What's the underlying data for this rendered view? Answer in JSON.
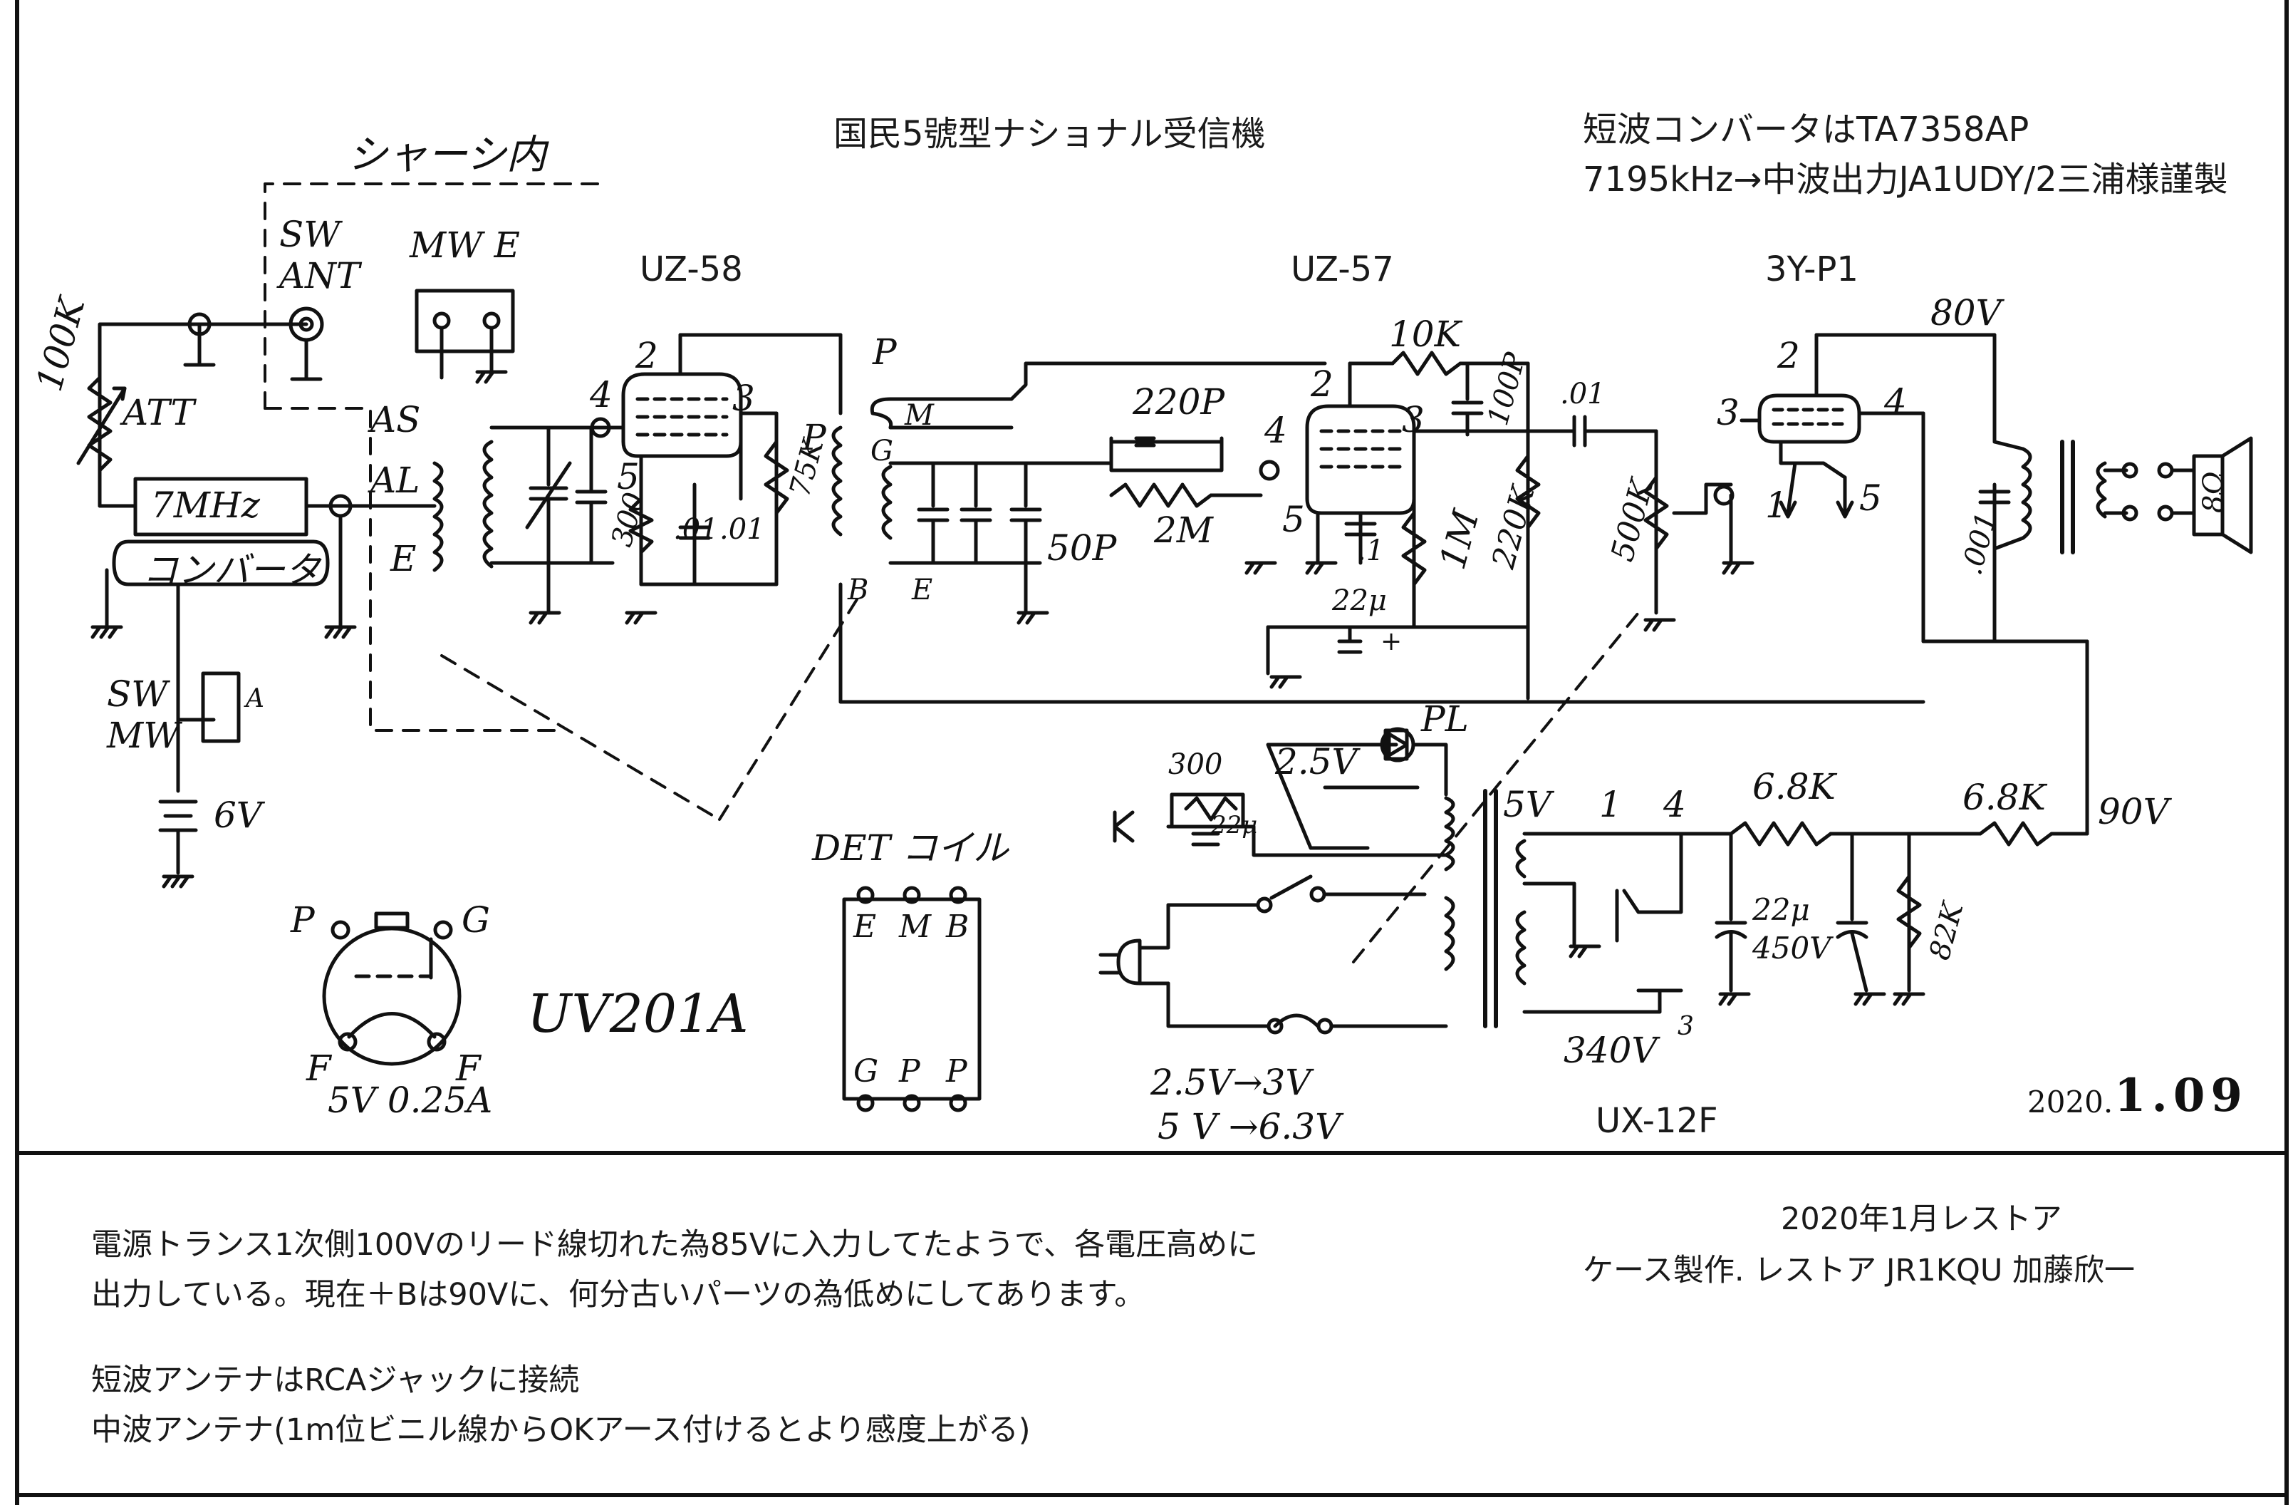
{
  "title": "国民5號型ナショナル受信機",
  "converter_note": {
    "line1": "短波コンバータはTA7358AP",
    "line2": "7195kHz→中波出力JA1UDY/2三浦様謹製"
  },
  "tubes": {
    "uz58": "UZ-58",
    "uz57": "UZ-57",
    "y3p1": "3Y-P1",
    "ux12f": "UX-12F",
    "uv201a": "UV201A",
    "uv201a_rating": "5V 0.25A"
  },
  "handwritten": {
    "chassis": "シャーシ内",
    "sw_ant": "SW ANT",
    "mw_e": "MW  E",
    "att": "ATT",
    "r100k": "100K",
    "conv_freq": "7MHz",
    "conv_word": "コンバータ",
    "sw_mw": "SW MW",
    "switch_a": "A",
    "battery": "6V",
    "coil_as": "AS",
    "coil_al": "AL",
    "coil_e": "E",
    "pins": {
      "p2": "2",
      "p3": "3",
      "p4": "4",
      "p5": "5",
      "p1": "1"
    },
    "r300": "300",
    "c01a": ".01",
    "c01b": ".01",
    "r75k": "75K",
    "coil_p": "P",
    "coil_m": "M",
    "coil_g": "G",
    "coil_b": "B",
    "coil_e2": "E",
    "c50p": "50P",
    "c220p": "220P",
    "r2m": "2M",
    "r10k": "10K",
    "c100p": "100P",
    "r1m": "1M",
    "c_01_57": ".1",
    "r220k": "220K",
    "c22u": "22μ",
    "plus": "+",
    "c01c": ".01",
    "r500k": "500K",
    "v80": "80V",
    "c001": ".001",
    "spk": "8Ω",
    "pl": "PL",
    "v25": "2.5V",
    "r300b": "300",
    "c22u2": "22μ",
    "v5": "5V",
    "r68k1": "6.8K",
    "r68k2": "6.8K",
    "v90": "90V",
    "c22u450": "22μ 450V",
    "r82k": "82K",
    "v340": "340V",
    "det_coil": "DET コイル",
    "det_pins_top": [
      "E",
      "M",
      "B"
    ],
    "det_pins_bottom": [
      "G",
      "P",
      "P"
    ],
    "uv_p": "P",
    "uv_g": "G",
    "uv_f1": "F",
    "uv_f2": "F",
    "volt_change1": "2.5V→3V",
    "volt_change2": "5 V →6.3V"
  },
  "date": {
    "year": "2020.",
    "md": "1.09"
  },
  "notes": {
    "line1": "電源トランス1次側100Vのリード線切れた為85Vに入力してたようで、各電圧高めに",
    "line2": "出力している。現在＋Bは90Vに、何分古いパーツの為低めにしてあります。",
    "line3": "短波アンテナはRCAジャックに接続",
    "line4": "中波アンテナ(1m位ビニル線からOKアース付けるとより感度上がる)"
  },
  "restore": {
    "line1": "2020年1月レストア",
    "line2": "ケース製作. レストア  JR1KQU 加藤欣一"
  }
}
